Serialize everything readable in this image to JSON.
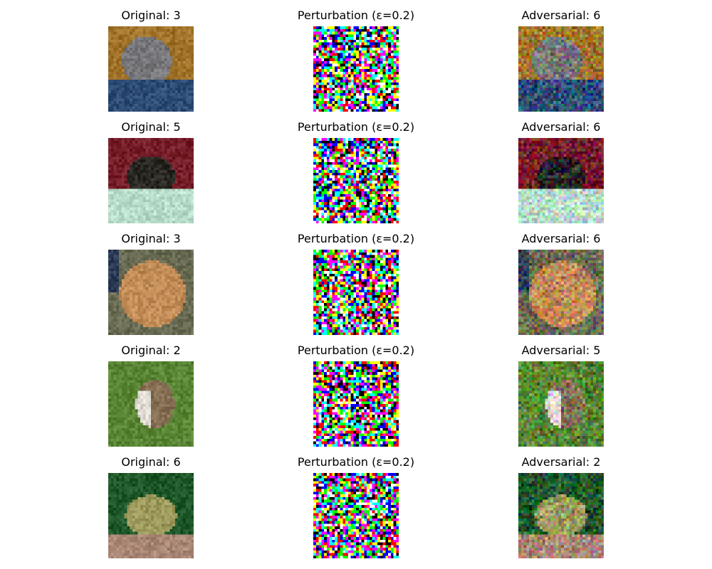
{
  "rows": [
    {
      "original": {
        "label": "Original: 3",
        "scene": "cat-on-blue",
        "palette": {
          "bg": "#a8782c",
          "fg": "#7c7c80",
          "accent": "#2f4f7a"
        }
      },
      "perturbation": {
        "label": "Perturbation (ε=0.2)"
      },
      "adversarial": {
        "label": "Adversarial: 6",
        "scene": "cat-on-blue",
        "palette": {
          "bg": "#a8782c",
          "fg": "#7c7c80",
          "accent": "#2f4f7a"
        }
      }
    },
    {
      "original": {
        "label": "Original: 5",
        "scene": "dog-on-blanket",
        "palette": {
          "bg": "#7a1f2a",
          "fg": "#2c2a24",
          "accent": "#bfe6d2"
        }
      },
      "perturbation": {
        "label": "Perturbation (ε=0.2)"
      },
      "adversarial": {
        "label": "Adversarial: 6",
        "scene": "dog-on-blanket",
        "palette": {
          "bg": "#7a1f2a",
          "fg": "#2c2a24",
          "accent": "#bfe6d2"
        }
      }
    },
    {
      "original": {
        "label": "Original: 3",
        "scene": "cat-face",
        "palette": {
          "bg": "#6c6f55",
          "fg": "#c9915a",
          "accent": "#2d3d5a"
        }
      },
      "perturbation": {
        "label": "Perturbation (ε=0.2)"
      },
      "adversarial": {
        "label": "Adversarial: 6",
        "scene": "cat-face",
        "palette": {
          "bg": "#6c6f55",
          "fg": "#c9915a",
          "accent": "#2d3d5a"
        }
      }
    },
    {
      "original": {
        "label": "Original: 2",
        "scene": "bird-on-grass",
        "palette": {
          "bg": "#5c8a36",
          "fg": "#8b7357",
          "accent": "#e8e4dc"
        }
      },
      "perturbation": {
        "label": "Perturbation (ε=0.2)"
      },
      "adversarial": {
        "label": "Adversarial: 5",
        "scene": "bird-on-grass",
        "palette": {
          "bg": "#5c8a36",
          "fg": "#8b7357",
          "accent": "#e8e4dc"
        }
      }
    },
    {
      "original": {
        "label": "Original: 6",
        "scene": "frog-on-leaves",
        "palette": {
          "bg": "#1f5a2a",
          "fg": "#a3a060",
          "accent": "#b08c7a"
        }
      },
      "perturbation": {
        "label": "Perturbation (ε=0.2)"
      },
      "adversarial": {
        "label": "Adversarial: 2",
        "scene": "frog-on-leaves",
        "palette": {
          "bg": "#1f5a2a",
          "fg": "#a3a060",
          "accent": "#b08c7a"
        }
      }
    }
  ],
  "noise_colors": [
    "#000000",
    "#ffffff",
    "#ff0000",
    "#00ff00",
    "#0000ff",
    "#ffff00",
    "#00ffff",
    "#ff00ff"
  ]
}
